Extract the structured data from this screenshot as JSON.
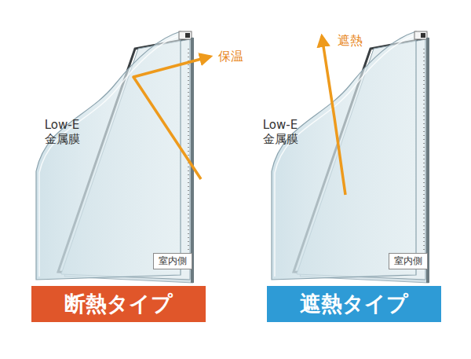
{
  "diagram": {
    "nodes": [
      {
        "text": [
          "室内側"
        ]
      },
      {
        "text": [
          "断熱タイプ"
        ]
      },
      {
        "text": [
          "室内側"
        ]
      },
      {
        "text": [
          "遮熱タイプ"
        ]
      }
    ],
    "labels": [
      "Low-E 金属膜",
      "保温",
      "Low-E 金属膜",
      "遮熱"
    ]
  }
}
